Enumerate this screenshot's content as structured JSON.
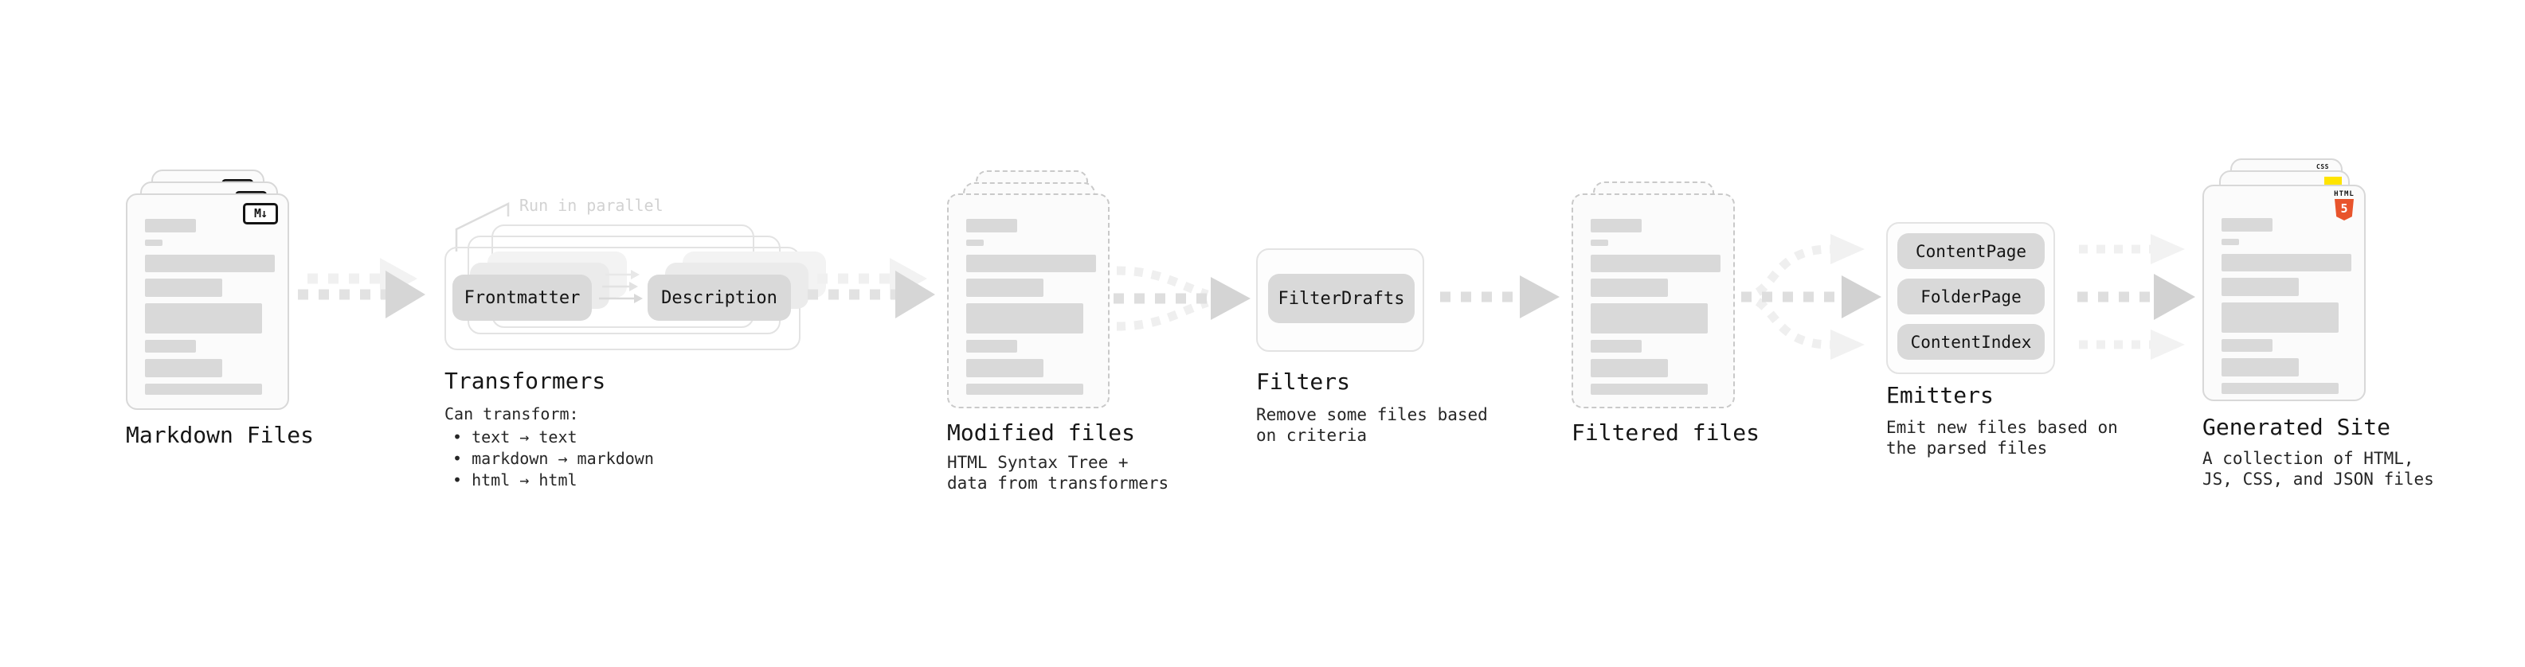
{
  "stages": {
    "markdown": {
      "label": "Markdown Files",
      "badge": "M↓"
    },
    "transformers": {
      "label": "Transformers",
      "annotation": "Run in parallel",
      "pill_left": "Frontmatter",
      "pill_right": "Description",
      "desc_heading": "Can transform:",
      "bullets": "• text → text\n• markdown → markdown\n• html → html"
    },
    "modified": {
      "label": "Modified files",
      "desc": "HTML Syntax Tree +\ndata from transformers"
    },
    "filters": {
      "label": "Filters",
      "pill": "FilterDrafts",
      "desc": "Remove some files based\non criteria"
    },
    "filtered": {
      "label": "Filtered files"
    },
    "emitters": {
      "label": "Emitters",
      "pills": [
        "ContentPage",
        "FolderPage",
        "ContentIndex"
      ],
      "desc": "Emit new files based on\nthe parsed files"
    },
    "generated": {
      "label": "Generated Site",
      "desc": "A collection of HTML,\nJS, CSS, and JSON files",
      "css_badge": "CSS",
      "html_badge_word": "HTML",
      "html_badge_number": "5"
    }
  },
  "colors": {
    "bar_gray": "#d9d9d9",
    "html5_orange": "#e8542c",
    "js_yellow": "#ffe400",
    "css_blue": "#2f6fed"
  }
}
